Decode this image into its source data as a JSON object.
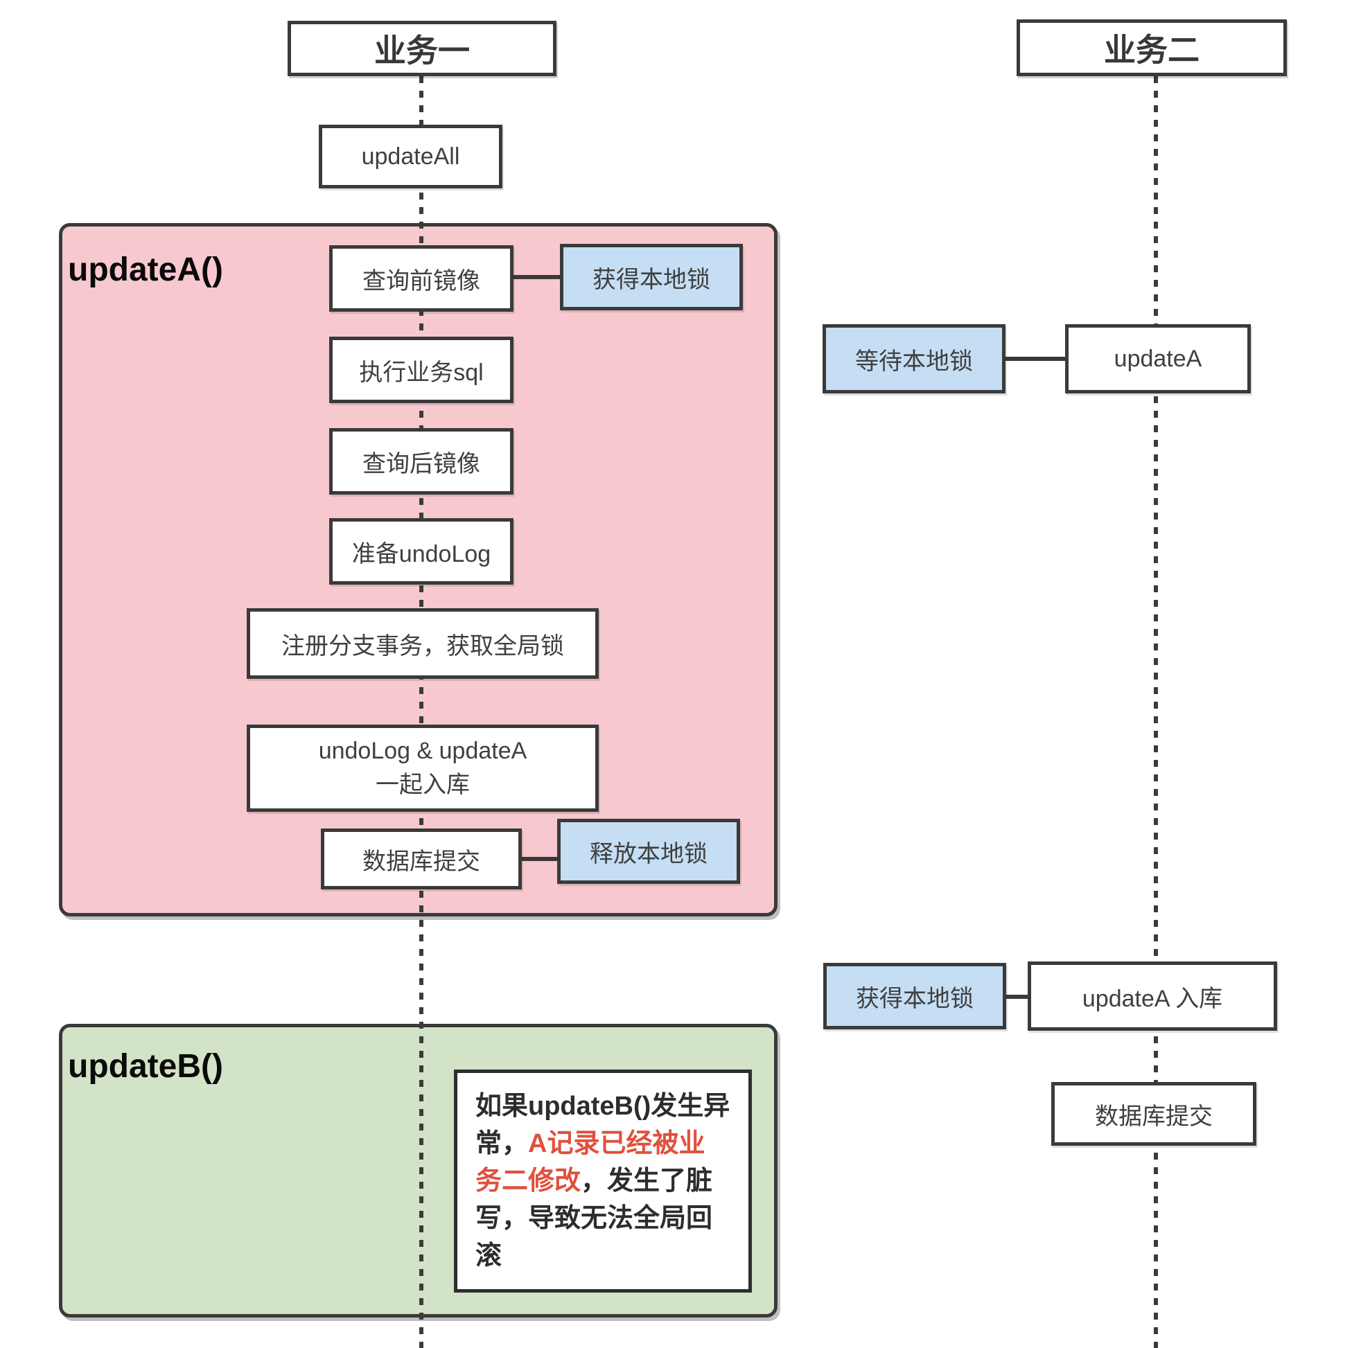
{
  "colors": {
    "region_pink": "#f7c9cf",
    "region_green": "#d2e3c8",
    "lock_blue": "#c5def4",
    "warning_red": "#e0503c",
    "line_dark": "#3a3a3a"
  },
  "lane1": {
    "header": "业务一",
    "update_all": "updateAll",
    "regionA": {
      "label": "updateA()",
      "step_query_before": "查询前镜像",
      "lock_acquire": "获得本地锁",
      "step_exec_sql": "执行业务sql",
      "step_query_after": "查询后镜像",
      "step_prepare_undolog": "准备undoLog",
      "step_register_branch": "注册分支事务，获取全局锁",
      "step_store_line1": "undoLog & updateA",
      "step_store_line2": "一起入库",
      "step_db_commit": "数据库提交",
      "lock_release": "释放本地锁"
    },
    "regionB": {
      "label": "updateB()",
      "note_pre": "如果updateB()发生异常，",
      "note_red": "A记录已经被业务二修改",
      "note_post": "，发生了脏写，导致无法全局回滚"
    }
  },
  "lane2": {
    "header": "业务二",
    "wait_lock": "等待本地锁",
    "updateA": "updateA",
    "acquire_lock": "获得本地锁",
    "updateA_store": "updateA 入库",
    "db_commit": "数据库提交"
  }
}
